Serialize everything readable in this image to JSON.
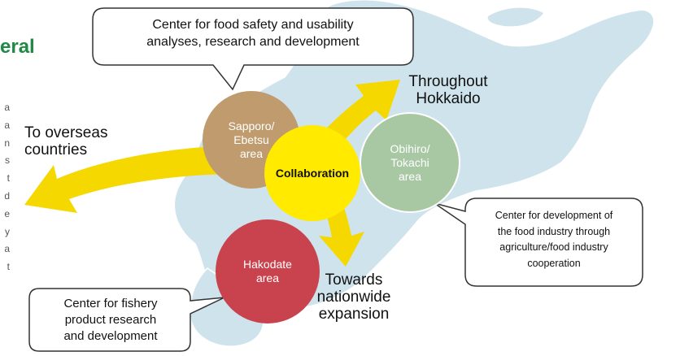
{
  "heading": {
    "text": "eral"
  },
  "side_text": {
    "chars": [
      "a",
      "a",
      "n",
      "s",
      "t",
      "d",
      "e",
      "y",
      "a",
      "t"
    ]
  },
  "areas": {
    "sapporo": "Sapporo/\nEbetsu\narea",
    "obihiro": "Obihiro/\nTokachi\narea",
    "hakodate": "Hakodate\narea",
    "collaboration": "Collaboration"
  },
  "labels": {
    "overseas": "To overseas\ncountries",
    "hokkaido": "Throughout\nHokkaido",
    "nationwide": "Towards\nnationwide\nexpansion"
  },
  "callouts": {
    "sapporo": "Center for food safety and usability\nanalyses, research and development",
    "obihiro": "Center for development of\nthe food industry through\nagriculture/food industry\ncooperation",
    "hakodate": "Center for fishery\nproduct research\nand development"
  },
  "colors": {
    "map": "#cfe3ec",
    "arrow": "#f5d800",
    "sapporo": "#bf9b6e",
    "obihiro": "#a8c8a4",
    "hakodate": "#c8434d",
    "collaboration": "#ffea00",
    "heading": "#1f8a45"
  }
}
